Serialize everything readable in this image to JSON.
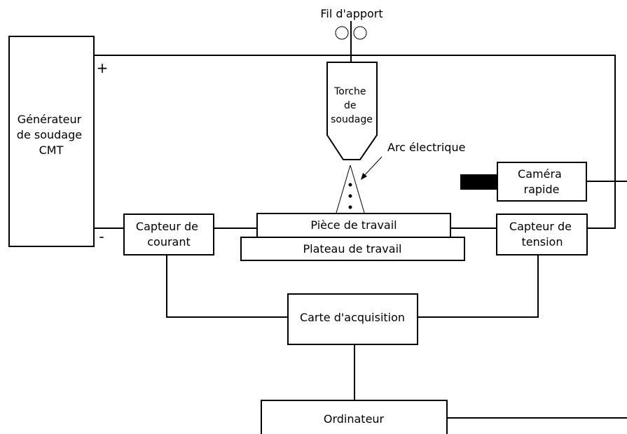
{
  "diagram": {
    "filler_wire": "Fil d'apport",
    "generator": [
      "Générateur",
      "de soudage",
      "CMT"
    ],
    "plus": "+",
    "minus": "-",
    "torch": [
      "Torche",
      "de",
      "soudage"
    ],
    "arc": "Arc électrique",
    "camera": [
      "Caméra",
      "rapide"
    ],
    "current_sensor": [
      "Capteur de",
      "courant"
    ],
    "workpiece": "Pièce de travail",
    "work_table": "Plateau de travail",
    "voltage_sensor": [
      "Capteur de",
      "tension"
    ],
    "daq": "Carte d'acquisition",
    "computer": "Ordinateur"
  }
}
